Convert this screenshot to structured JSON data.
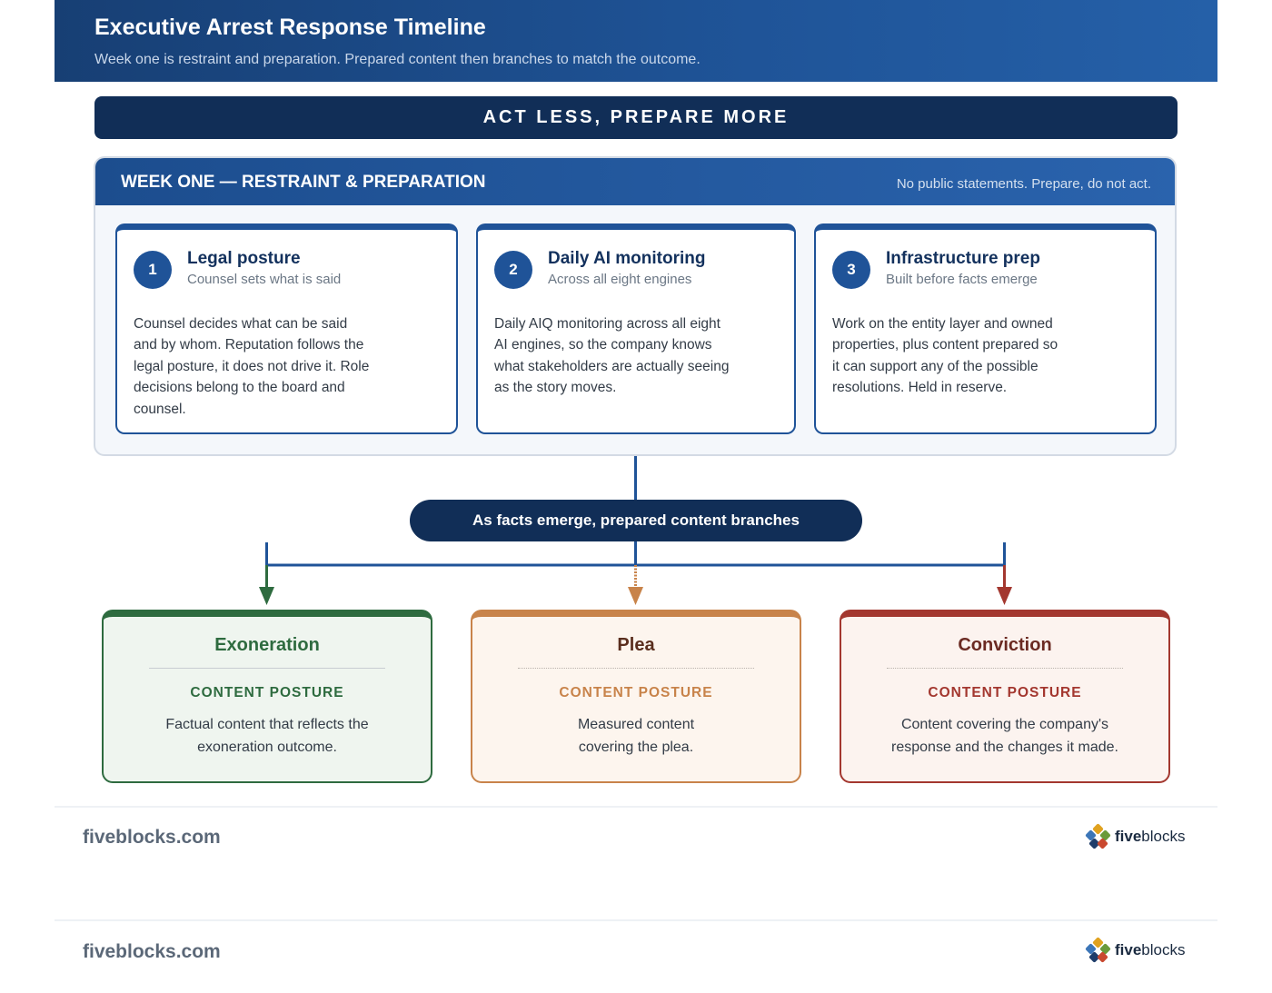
{
  "header": {
    "title": "Executive Arrest Response Timeline",
    "subtitle": "Week one is restraint and preparation. Prepared content then branches to match the outcome."
  },
  "banner": {
    "text": "ACT LESS, PREPARE MORE"
  },
  "week_one": {
    "title": "WEEK ONE — RESTRAINT & PREPARATION",
    "note": "No public statements. Prepare, do not act.",
    "steps": [
      {
        "number": "1",
        "title": "Legal posture",
        "subtitle": "Counsel sets what is said",
        "body": "Counsel decides what can be said and by whom. Reputation follows the legal posture, it does not drive it. Role decisions belong to the board and counsel."
      },
      {
        "number": "2",
        "title": "Daily AI monitoring",
        "subtitle": "Across all eight engines",
        "body": "Daily AIQ monitoring across all eight AI engines, so the company knows what stakeholders are actually seeing as the story moves."
      },
      {
        "number": "3",
        "title": "Infrastructure prep",
        "subtitle": "Built before facts emerge",
        "body": "Work on the entity layer and owned properties, plus content prepared so it can support any of the possible resolutions. Held in reserve."
      }
    ]
  },
  "branch": {
    "label": "As facts emerge, prepared content branches"
  },
  "outcomes": [
    {
      "title": "Exoneration",
      "label": "CONTENT POSTURE",
      "body": "Factual content that reflects the exoneration outcome.",
      "color": "#2e6b3f",
      "bg": "#eff5ef"
    },
    {
      "title": "Plea",
      "label": "CONTENT POSTURE",
      "body": "Measured content covering the plea.",
      "color": "#c8834a",
      "bg": "#fdf5ee"
    },
    {
      "title": "Conviction",
      "label": "CONTENT POSTURE",
      "body": "Content covering the company's response and the changes it made.",
      "color": "#a3372f",
      "bg": "#fcf3ef"
    }
  ],
  "footers": [
    {
      "site": "fiveblocks.com",
      "logo_bold": "five",
      "logo_rest": "blocks",
      "logo_icon": "fiveblocks-logo-icon"
    },
    {
      "site": "fiveblocks.com",
      "logo_bold": "five",
      "logo_rest": "blocks",
      "logo_icon": "fiveblocks-logo-icon"
    }
  ],
  "colors": {
    "navy": "#112e57",
    "primary_blue": "#1f5398"
  }
}
